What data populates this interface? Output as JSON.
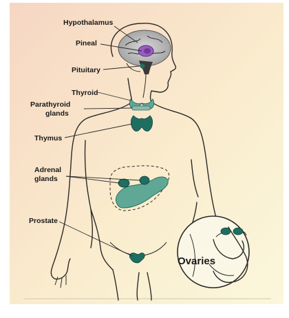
{
  "labels": {
    "hypothalamus": "Hypothalamus",
    "pineal": "Pineal",
    "pituitary": "Pituitary",
    "thyroid": "Thyroid",
    "parathyroid_line1": "Parathyroid",
    "parathyroid_line2": "glands",
    "thymus": "Thymus",
    "adrenal_line1": "Adrenal",
    "adrenal_line2": "glands",
    "prostate": "Prostate",
    "ovaries": "Ovaries"
  },
  "colors": {
    "background_warm": "#f8dcc8",
    "background_light": "#fbf6d8",
    "gland_dark": "#1f6e62",
    "gland_light": "#5fa896",
    "brain_gray": "#b9b9b9",
    "brain_purple": "#9a5cc4"
  }
}
